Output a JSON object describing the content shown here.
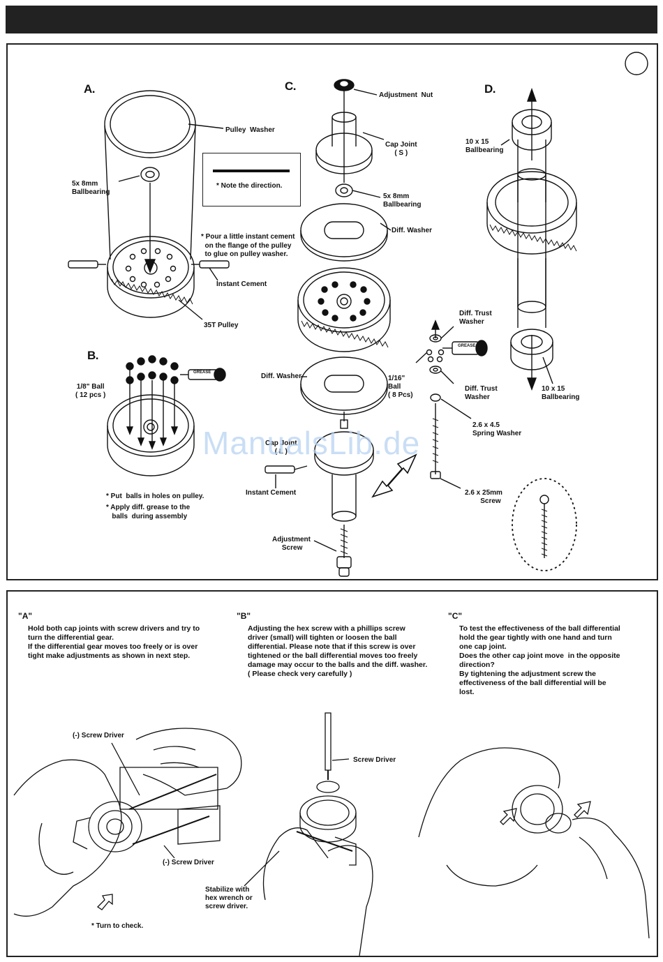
{
  "colors": {
    "header": "#222222",
    "ink": "#111111",
    "watermark": "#b8d3f2"
  },
  "top": {
    "steps": {
      "a": "A.",
      "b": "B.",
      "c": "C.",
      "d": "D."
    },
    "a": {
      "pulley_washer": "Pulley  Washer",
      "ballbearing": "5x 8mm\nBallbearing",
      "note_direction": "* Note the direction.",
      "cement_note": "* Pour a little instant cement\n  on the flange of the pulley\n  to glue on pulley washer.",
      "instant_cement": "Instant Cement",
      "pulley": "35T Pulley"
    },
    "b": {
      "ball": "1/8\" Ball\n( 12 pcs )",
      "grease": "GREASE",
      "note1": "* Put  balls in holes on pulley.",
      "note2": "* Apply diff. grease to the\n   balls  during assembly"
    },
    "c": {
      "adjustment_nut": "Adjustment  Nut",
      "cap_joint_s": "Cap Joint\n( S )",
      "ballbearing": "5x 8mm\nBallbearing",
      "diff_washer_1": "Diff. Washer",
      "diff_washer_2": "Diff. Washer",
      "cap_joint_l": "Cap Joint\n( L )",
      "instant_cement": "Instant Cement",
      "adjustment_screw": "Adjustment\n     Screw",
      "trust_washer_1": "Diff. Trust\nWasher",
      "grease": "GREASE",
      "ball": "1/16\"\nBall\n( 8 Pcs)",
      "trust_washer_2": "Diff. Trust\nWasher",
      "spring_washer": "2.6 x 4.5\nSpring Washer",
      "screw": "2.6 x 25mm\n        Screw"
    },
    "d": {
      "bearing_top": "10 x 15\nBallbearing",
      "bearing_bottom": "10 x 15\nBallbearing"
    },
    "watermark": "ManualsLib.de"
  },
  "bottom": {
    "columns": [
      {
        "head": "\"A\"",
        "text": "Hold both cap joints with screw drivers and try to\nturn the differential gear.\nIf the differential gear moves too freely or is over\ntight make adjustments as shown in next step."
      },
      {
        "head": "\"B\"",
        "text": "Adjusting the hex screw with a phillips screw\ndriver (small) will tighten or loosen the ball\ndifferential. Please note that if this screw is over\ntightened or the ball differential moves too freely\ndamage may occur to the balls and the diff. washer.\n( Please check very carefully )"
      },
      {
        "head": "\"C\"",
        "text": "To test the effectiveness of the ball differential\nhold the gear tightly with one hand and turn\none cap joint.\nDoes the other cap joint move  in the opposite\ndirection?\nBy tightening the adjustment screw the\neffectiveness of the ball differential will be\nlost."
      }
    ],
    "labels": {
      "screw_driver_minus_1": "(-) Screw Driver",
      "screw_driver_minus_2": "(-) Screw Driver",
      "turn_to_check": "* Turn to check.",
      "screw_driver": "Screw Driver",
      "stabilize": "Stabilize with\nhex wrench or\nscrew driver."
    }
  }
}
